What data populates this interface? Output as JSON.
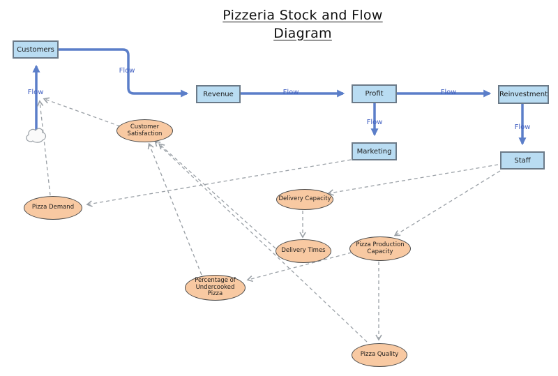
{
  "title": {
    "line1": "Pizzeria Stock and Flow",
    "line2": "Diagram"
  },
  "flow_label": "Flow",
  "stocks": [
    {
      "id": "customers",
      "label": "Customers"
    },
    {
      "id": "revenue",
      "label": "Revenue"
    },
    {
      "id": "profit",
      "label": "Profit"
    },
    {
      "id": "reinvestment",
      "label": "Reinvestment"
    },
    {
      "id": "marketing",
      "label": "Marketing"
    },
    {
      "id": "staff",
      "label": "Staff"
    }
  ],
  "variables": [
    {
      "id": "customer-satisfaction",
      "label": "Customer Satisfaction"
    },
    {
      "id": "pizza-demand",
      "label": "Pizza Demand"
    },
    {
      "id": "delivery-capacity",
      "label": "Delivery Capacity"
    },
    {
      "id": "delivery-times",
      "label": "Delivery Times"
    },
    {
      "id": "pizza-production-capacity",
      "label": "Pizza Production Capacity"
    },
    {
      "id": "percentage-undercooked",
      "label": "Percentage of Undercooked Pizza"
    },
    {
      "id": "pizza-quality",
      "label": "Pizza Quality"
    }
  ],
  "flows": [
    {
      "from": "cloud",
      "to": "customers",
      "label": "Flow"
    },
    {
      "from": "customers",
      "to": "revenue",
      "label": "Flow"
    },
    {
      "from": "revenue",
      "to": "profit",
      "label": "Flow"
    },
    {
      "from": "profit",
      "to": "reinvestment",
      "label": "Flow"
    },
    {
      "from": "profit",
      "to": "marketing",
      "label": "Flow"
    },
    {
      "from": "reinvestment",
      "to": "staff",
      "label": "Flow"
    }
  ],
  "causal_links": [
    {
      "from": "customer-satisfaction",
      "to": "flow-into-customers"
    },
    {
      "from": "pizza-demand",
      "to": "flow-into-customers"
    },
    {
      "from": "marketing",
      "to": "pizza-demand"
    },
    {
      "from": "staff",
      "to": "delivery-capacity"
    },
    {
      "from": "staff",
      "to": "pizza-production-capacity"
    },
    {
      "from": "delivery-capacity",
      "to": "delivery-times"
    },
    {
      "from": "delivery-times",
      "to": "customer-satisfaction"
    },
    {
      "from": "pizza-quality",
      "to": "customer-satisfaction"
    },
    {
      "from": "percentage-undercooked",
      "to": "customer-satisfaction"
    },
    {
      "from": "pizza-production-capacity",
      "to": "percentage-undercooked"
    },
    {
      "from": "pizza-production-capacity",
      "to": "pizza-quality"
    }
  ],
  "colors": {
    "stock_fill": "#b9dcf2",
    "stock_border": "#6b7a88",
    "flow_blue": "#5b7ec9",
    "flow_text": "#3f5ec1",
    "variable_fill": "#f8c9a2",
    "variable_border": "#4a4a4a",
    "link_gray": "#9aa0a6"
  }
}
